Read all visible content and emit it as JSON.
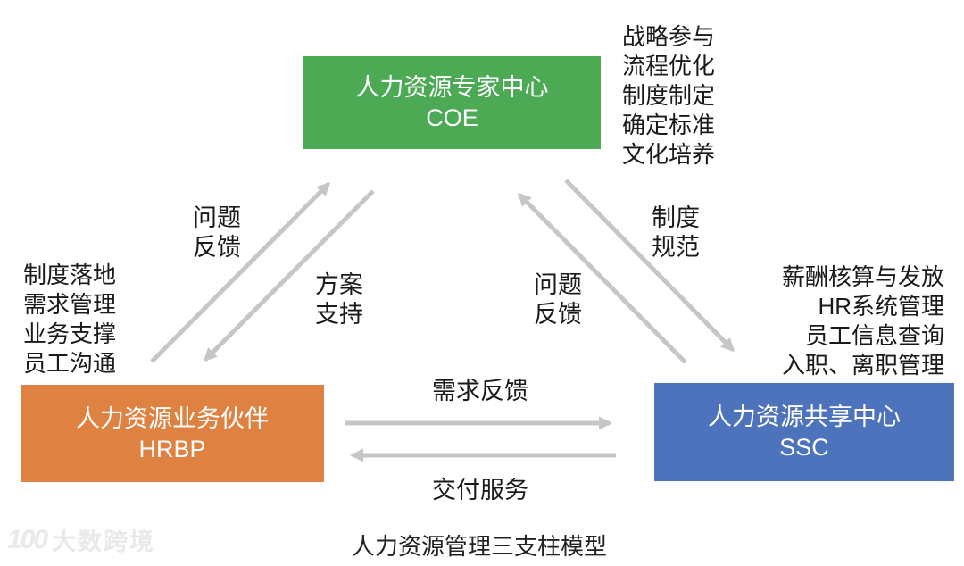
{
  "caption": "人力资源管理三支柱模型",
  "colors": {
    "coe_box": "#4caa54",
    "hrbp_box": "#df8140",
    "ssc_box": "#4e73bd",
    "arrow": "#c6c6c6",
    "text": "#1a1a1a",
    "watermark": "#e9e9e9"
  },
  "nodes": {
    "coe": {
      "name": "人力资源专家中心",
      "abbr": "COE"
    },
    "hrbp": {
      "name": "人力资源业务伙伴",
      "abbr": "HRBP"
    },
    "ssc": {
      "name": "人力资源共享中心",
      "abbr": "SSC"
    }
  },
  "functions": {
    "coe": [
      "战略参与",
      "流程优化",
      "制度制定",
      "确定标准",
      "文化培养"
    ],
    "hrbp": [
      "制度落地",
      "需求管理",
      "业务支撑",
      "员工沟通"
    ],
    "ssc": [
      "薪酬核算与发放",
      "HR系统管理",
      "员工信息查询",
      "入职、离职管理"
    ]
  },
  "arrows": {
    "hrbp_to_coe": {
      "line1": "问题",
      "line2": "反馈"
    },
    "coe_to_hrbp": {
      "line1": "方案",
      "line2": "支持"
    },
    "ssc_to_coe": {
      "line1": "问题",
      "line2": "反馈"
    },
    "coe_to_ssc": {
      "line1": "制度",
      "line2": "规范"
    },
    "hrbp_to_ssc": {
      "label": "需求反馈"
    },
    "ssc_to_hrbp": {
      "label": "交付服务"
    }
  },
  "watermark": {
    "logo": "100",
    "text": "大数跨境"
  }
}
